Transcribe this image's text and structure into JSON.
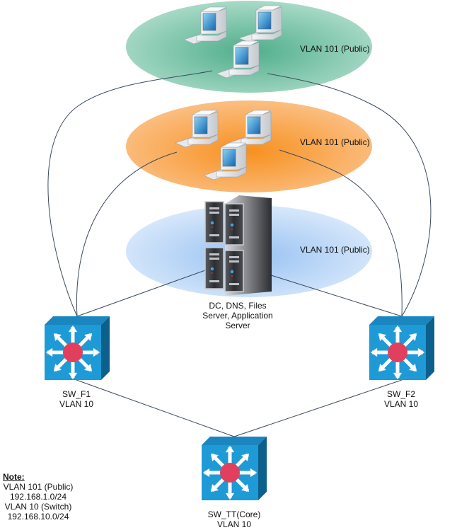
{
  "diagram": {
    "zones": [
      {
        "id": "top",
        "label": "VLAN 101 (Public)",
        "color": "#7cc4a8",
        "devices": "workstations"
      },
      {
        "id": "middle",
        "label": "VLAN 101 (Public)",
        "color": "#f9a04c",
        "devices": "workstations"
      },
      {
        "id": "bottom",
        "label": "VLAN 101 (Public)",
        "color": "#a9cbf3",
        "devices": "servers"
      }
    ],
    "server_label": [
      "DC, DNS, Files",
      "Server, Application",
      "Server"
    ],
    "switches": [
      {
        "id": "sw_f1",
        "name": "SW_F1",
        "vlan": "VLAN 10"
      },
      {
        "id": "sw_f2",
        "name": "SW_F2",
        "vlan": "VLAN 10"
      },
      {
        "id": "sw_tt",
        "name": "SW_TT(Core)",
        "vlan": "VLAN 10"
      }
    ],
    "links": [
      {
        "from": "sw_f1",
        "to": "top"
      },
      {
        "from": "sw_f1",
        "to": "middle"
      },
      {
        "from": "sw_f1",
        "to": "bottom"
      },
      {
        "from": "sw_f2",
        "to": "top"
      },
      {
        "from": "sw_f2",
        "to": "middle"
      },
      {
        "from": "sw_f2",
        "to": "bottom"
      },
      {
        "from": "sw_f1",
        "to": "sw_tt"
      },
      {
        "from": "sw_f2",
        "to": "sw_tt"
      }
    ],
    "note": {
      "title": "Note:",
      "lines": [
        "VLAN 101 (Public)",
        "192.168.1.0/24",
        "VLAN 10 (Switch)",
        "192.168.10.0/24"
      ]
    },
    "colors": {
      "switch_front": "#1e9ad6",
      "switch_top": "#1a86c0",
      "switch_side": "#0d5f8c",
      "switch_hub": "#e0405e",
      "link": "#3b4a5c"
    }
  }
}
